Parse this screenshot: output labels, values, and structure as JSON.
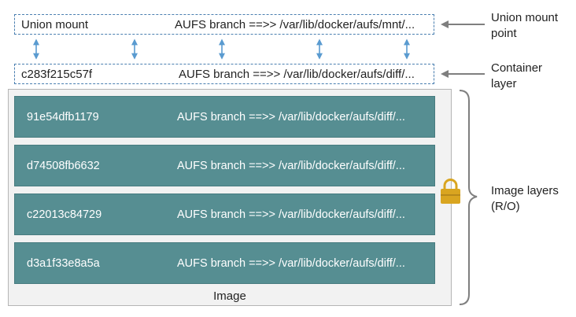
{
  "union_mount": {
    "id": "Union mount",
    "path": "AUFS branch ==>> /var/lib/docker/aufs/mnt/..."
  },
  "container_layer": {
    "id": "c283f215c57f",
    "path": "AUFS branch ==>> /var/lib/docker/aufs/diff/..."
  },
  "image": {
    "label": "Image",
    "layers": [
      {
        "id": "91e54dfb1179",
        "path": "AUFS branch ==>> /var/lib/docker/aufs/diff/..."
      },
      {
        "id": "d74508fb6632",
        "path": "AUFS branch ==>> /var/lib/docker/aufs/diff/..."
      },
      {
        "id": "c22013c84729",
        "path": "AUFS branch ==>> /var/lib/docker/aufs/diff/..."
      },
      {
        "id": "d3a1f33e8a5a",
        "path": "AUFS branch ==>> /var/lib/docker/aufs/diff/..."
      }
    ]
  },
  "side_labels": {
    "union_mount_point": {
      "line1": "Union mount",
      "line2": "point"
    },
    "container_layer": {
      "line1": "Container",
      "line2": "layer"
    },
    "image_layers": {
      "line1": "Image layers",
      "line2": "(R/O)"
    }
  },
  "colors": {
    "layer_fill": "#568e92",
    "dashed_border": "#4a7fb0",
    "arrow": "#5a9bd0",
    "lock": "#d9a520",
    "pointer": "#7f7f7f"
  },
  "icons": {
    "lock": "lock-icon",
    "vertical_arrow": "double-headed-arrow-icon",
    "pointer_arrow": "left-arrow-icon",
    "brace": "right-brace-icon"
  }
}
